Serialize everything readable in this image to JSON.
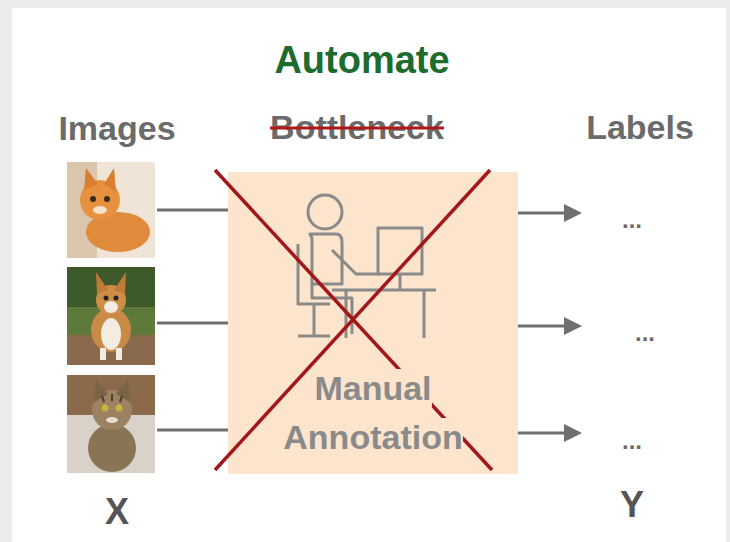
{
  "diagram": {
    "title": "Automate",
    "nodes": [
      {
        "text": [
          "Manual Annotation"
        ]
      }
    ],
    "labels": [
      "Images",
      "Bottleneck",
      "Labels",
      "...",
      "...",
      "...",
      "X",
      "Y"
    ]
  }
}
